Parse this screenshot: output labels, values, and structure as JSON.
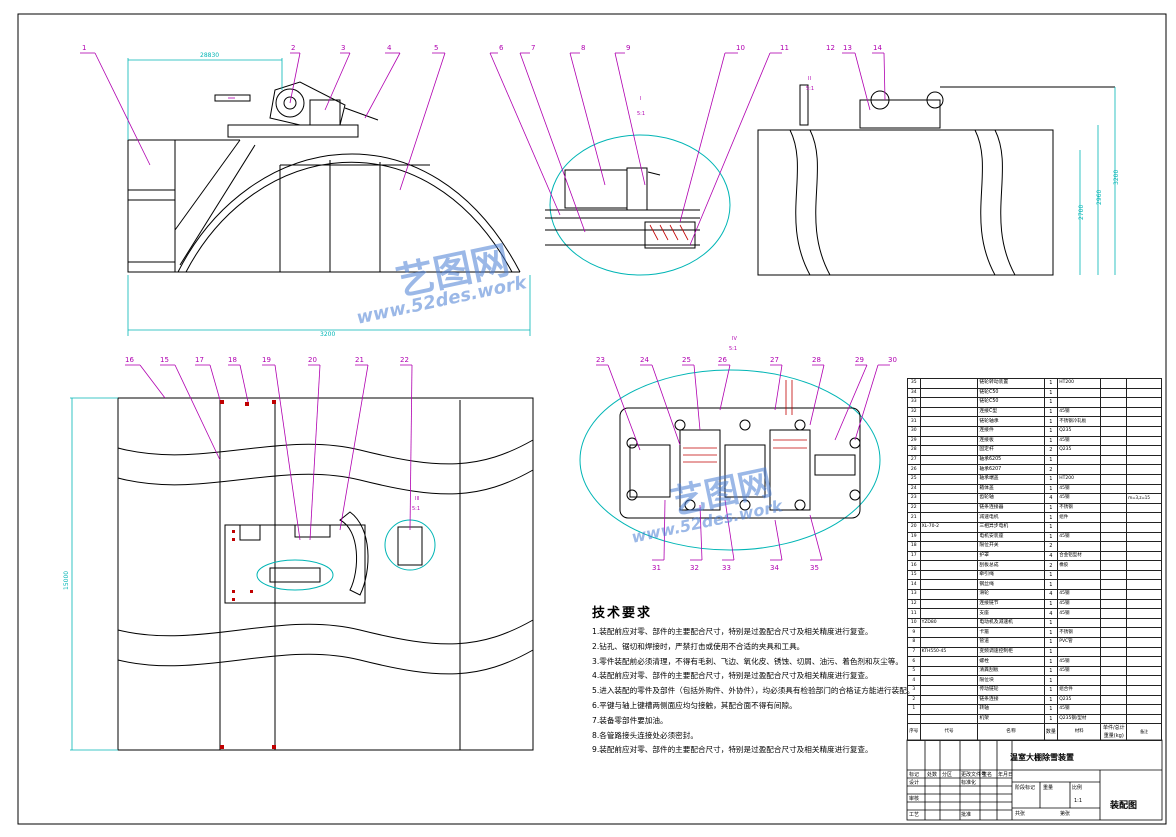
{
  "callouts_top": [
    "1",
    "2",
    "3",
    "4",
    "5",
    "6",
    "7",
    "8",
    "9",
    "10",
    "11",
    "12",
    "13",
    "14"
  ],
  "callouts_bottom_left": [
    "16",
    "15",
    "17",
    "18",
    "19",
    "20",
    "21",
    "22"
  ],
  "callouts_bottom_right_top": [
    "23",
    "24",
    "25",
    "26",
    "27",
    "28",
    "29",
    "30"
  ],
  "callouts_bottom_right_bottom": [
    "31",
    "32",
    "33",
    "34",
    "35"
  ],
  "dimensions": {
    "top_width": "28830",
    "overall_width": "3200",
    "height_a": "3200",
    "height_b": "2960",
    "height_c": "2700",
    "side_height": "15000"
  },
  "detail_labels": {
    "a": "I",
    "a_scale": "5:1",
    "b": "II",
    "b_scale": "5:1",
    "c": "III",
    "c_scale": "5:1",
    "d": "IV",
    "d_scale": "5:1"
  },
  "tech": {
    "title": "技术要求",
    "lines": [
      "1.装配前应对零、部件的主要配合尺寸，特别是过盈配合尺寸及相关精度进行复查。",
      "2.钻孔、锯切和焊接时，严禁打击或使用不合适的夹具和工具。",
      "3.零件装配前必须清理，不得有毛刺、飞边、氧化皮、锈蚀、切屑、油污、着色剂和灰尘等。",
      "4.装配前应对零、部件的主要配合尺寸，特别是过盈配合尺寸及相关精度进行复查。",
      "5.进入装配的零件及部件（包括外购件、外协件），均必须具有检验部门的合格证方能进行装配。",
      "6.平键与轴上键槽两侧面应均匀接触，其配合面不得有间隙。",
      "7.装备零部件要加油。",
      "8.各管路接头连接处必须密封。",
      "9.装配前应对零、部件的主要配合尺寸，特别是过盈配合尺寸及相关精度进行复查。"
    ]
  },
  "bom_rows": [
    {
      "no": "35",
      "code": "",
      "name": "链轮转动装置",
      "qty": "1",
      "mat": "HT200",
      "rem": ""
    },
    {
      "no": "34",
      "code": "",
      "name": "链轮C50",
      "qty": "1",
      "mat": "",
      "rem": ""
    },
    {
      "no": "33",
      "code": "",
      "name": "链轮C50",
      "qty": "1",
      "mat": "",
      "rem": ""
    },
    {
      "no": "32",
      "code": "",
      "name": "连接C型",
      "qty": "1",
      "mat": "45钢",
      "rem": ""
    },
    {
      "no": "31",
      "code": "",
      "name": "链轮轴承",
      "qty": "1",
      "mat": "不锈钢冷轧板",
      "rem": ""
    },
    {
      "no": "30",
      "code": "",
      "name": "连接件",
      "qty": "1",
      "mat": "Q235",
      "rem": ""
    },
    {
      "no": "29",
      "code": "",
      "name": "连接板",
      "qty": "1",
      "mat": "45钢",
      "rem": ""
    },
    {
      "no": "28",
      "code": "",
      "name": "固定杆",
      "qty": "2",
      "mat": "Q235",
      "rem": ""
    },
    {
      "no": "27",
      "code": "",
      "name": "轴承6205",
      "qty": "1",
      "mat": "",
      "rem": ""
    },
    {
      "no": "26",
      "code": "",
      "name": "轴承6207",
      "qty": "2",
      "mat": "",
      "rem": ""
    },
    {
      "no": "25",
      "code": "",
      "name": "轴承端盖",
      "qty": "1",
      "mat": "HT200",
      "rem": ""
    },
    {
      "no": "24",
      "code": "",
      "name": "箱体盖",
      "qty": "1",
      "mat": "45钢",
      "rem": ""
    },
    {
      "no": "23",
      "code": "",
      "name": "齿轮轴",
      "qty": "4",
      "mat": "45钢",
      "rem": "m=3,z=15"
    },
    {
      "no": "22",
      "code": "",
      "name": "链条连接器",
      "qty": "1",
      "mat": "不锈钢",
      "rem": ""
    },
    {
      "no": "21",
      "code": "",
      "name": "减速电机",
      "qty": "1",
      "mat": "组件",
      "rem": ""
    },
    {
      "no": "20",
      "code": "XL-70-2",
      "name": "三相异步电机",
      "qty": "1",
      "mat": "",
      "rem": ""
    },
    {
      "no": "19",
      "code": "",
      "name": "电机安装座",
      "qty": "1",
      "mat": "45钢",
      "rem": ""
    },
    {
      "no": "18",
      "code": "",
      "name": "限位开关",
      "qty": "2",
      "mat": "",
      "rem": ""
    },
    {
      "no": "17",
      "code": "",
      "name": "护罩",
      "qty": "4",
      "mat": "合金铝型材",
      "rem": ""
    },
    {
      "no": "16",
      "code": "",
      "name": "刮板总成",
      "qty": "2",
      "mat": "橡胶",
      "rem": ""
    },
    {
      "no": "15",
      "code": "",
      "name": "牵引绳",
      "qty": "1",
      "mat": "",
      "rem": ""
    },
    {
      "no": "14",
      "code": "",
      "name": "钢丝绳",
      "qty": "1",
      "mat": "",
      "rem": ""
    },
    {
      "no": "13",
      "code": "",
      "name": "滑轮",
      "qty": "4",
      "mat": "45钢",
      "rem": ""
    },
    {
      "no": "12",
      "code": "",
      "name": "连接链节",
      "qty": "1",
      "mat": "45钢",
      "rem": ""
    },
    {
      "no": "11",
      "code": "",
      "name": "支座",
      "qty": "4",
      "mat": "45钢",
      "rem": ""
    },
    {
      "no": "10",
      "code": "YZD80",
      "name": "电动机及减速机",
      "qty": "1",
      "mat": "",
      "rem": ""
    },
    {
      "no": "9",
      "code": "",
      "name": "卡箍",
      "qty": "1",
      "mat": "不锈钢",
      "rem": ""
    },
    {
      "no": "8",
      "code": "",
      "name": "管道",
      "qty": "1",
      "mat": "PVC管",
      "rem": ""
    },
    {
      "no": "7",
      "code": "KTH550-45",
      "name": "变频调速控制柜",
      "qty": "1",
      "mat": "",
      "rem": ""
    },
    {
      "no": "6",
      "code": "",
      "name": "螺栓",
      "qty": "1",
      "mat": "45钢",
      "rem": ""
    },
    {
      "no": "5",
      "code": "",
      "name": "清粪刮板",
      "qty": "1",
      "mat": "45钢",
      "rem": ""
    },
    {
      "no": "4",
      "code": "",
      "name": "限位块",
      "qty": "1",
      "mat": "",
      "rem": ""
    },
    {
      "no": "3",
      "code": "",
      "name": "传动链轮",
      "qty": "1",
      "mat": "组合件",
      "rem": ""
    },
    {
      "no": "2",
      "code": "",
      "name": "链条连接",
      "qty": "1",
      "mat": "Q235",
      "rem": ""
    },
    {
      "no": "1",
      "code": "",
      "name": "转轴",
      "qty": "1",
      "mat": "45钢",
      "rem": ""
    },
    {
      "no": "",
      "code": "",
      "name": "机架",
      "qty": "1",
      "mat": "Q235钢/型材",
      "rem": ""
    }
  ],
  "bom_header": {
    "no": "序号",
    "code": "代号",
    "name": "名称",
    "qty": "数量",
    "mat": "材料",
    "mass_single": "单件",
    "mass_total": "总计",
    "mass": "重量(kg)",
    "rem": "备注"
  },
  "title_block": {
    "title": "温室大棚除雪装置",
    "drawing_name": "装配图",
    "scale": "1:1",
    "labels": [
      "标记",
      "处数",
      "分区",
      "更改文件号",
      "签名",
      "年月日",
      "设计",
      "标准化",
      "审核",
      "工艺",
      "批准",
      "阶段标记",
      "重量",
      "比例",
      "共张",
      "第张"
    ]
  },
  "watermark": {
    "brand": "艺图网",
    "url": "www.52des.work"
  },
  "colors": {
    "line": "#000000",
    "callout": "#b000b0",
    "dimension": "#00b5b5",
    "hatch": "#c00000",
    "watermark": "#4a7fd4"
  }
}
